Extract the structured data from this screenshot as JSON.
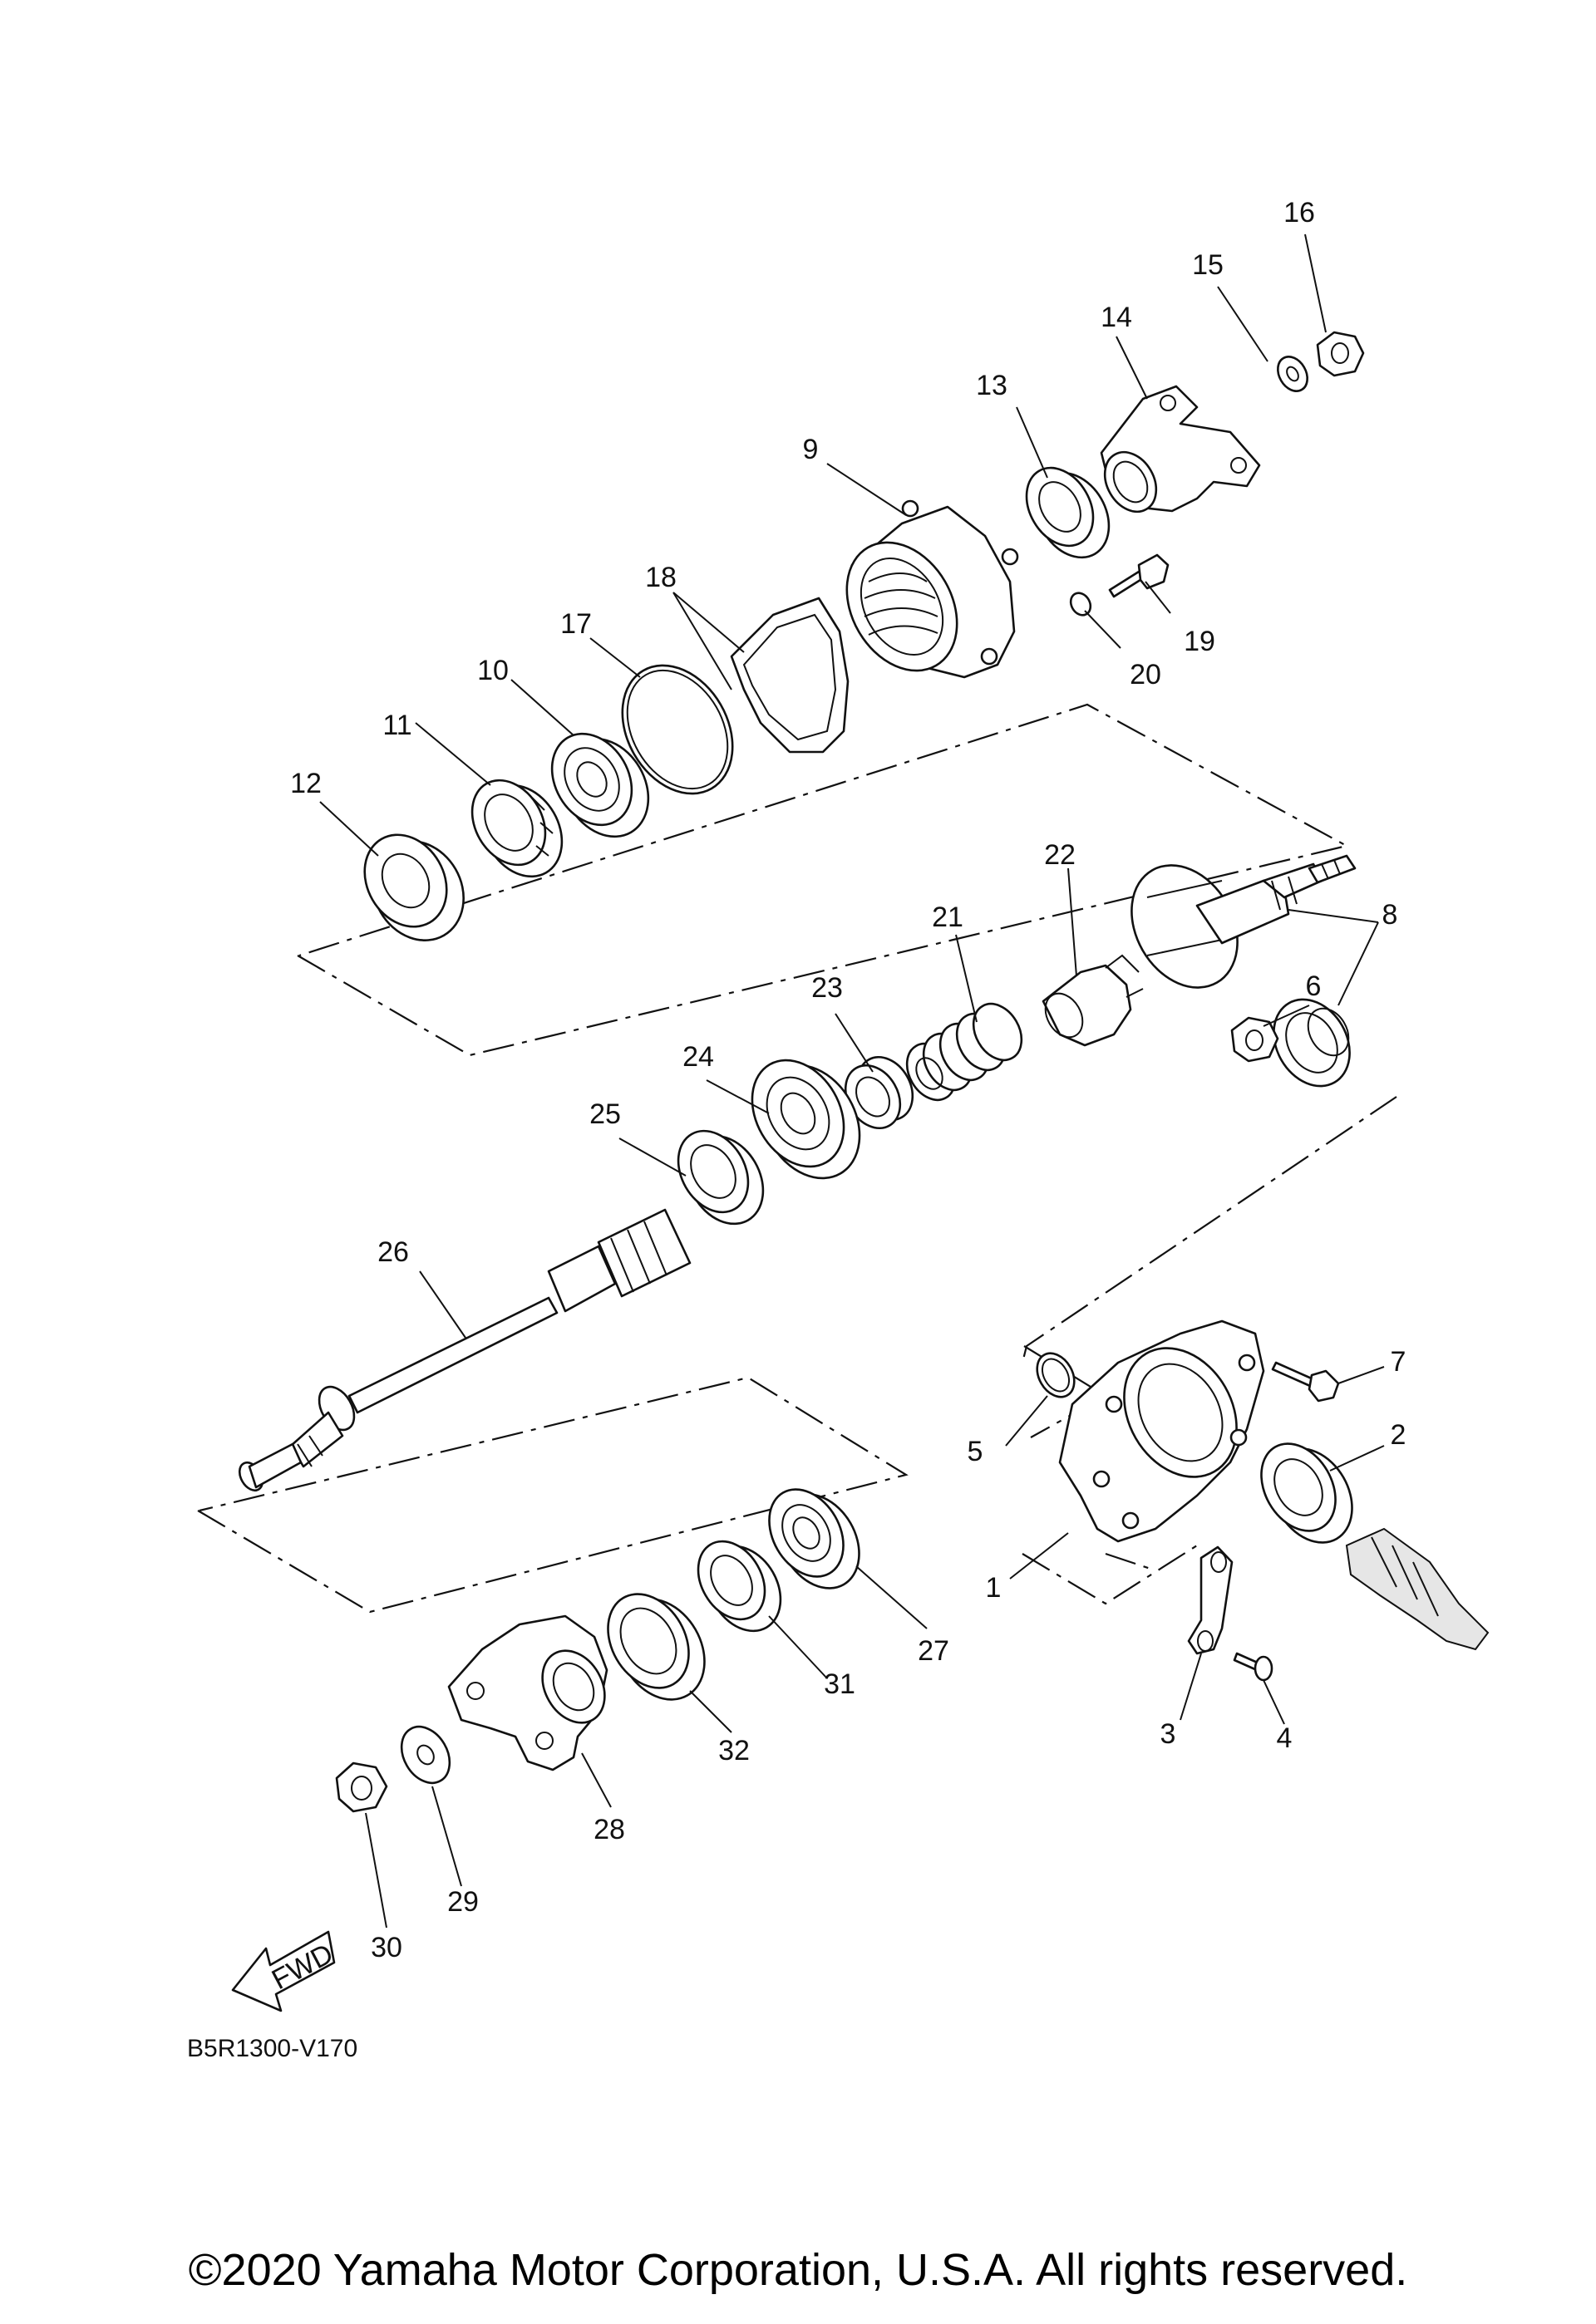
{
  "diagram": {
    "part_labels": [
      "1",
      "2",
      "3",
      "4",
      "5",
      "6",
      "7",
      "8",
      "9",
      "10",
      "11",
      "12",
      "13",
      "14",
      "15",
      "16",
      "17",
      "18",
      "19",
      "20",
      "21",
      "22",
      "23",
      "24",
      "25",
      "26",
      "27",
      "28",
      "29",
      "30",
      "31",
      "32"
    ],
    "fwd_label": "FWD",
    "diagram_code": "B5R1300-V170",
    "copyright": "©2020 Yamaha Motor Corporation, U.S.A. All rights reserved."
  }
}
